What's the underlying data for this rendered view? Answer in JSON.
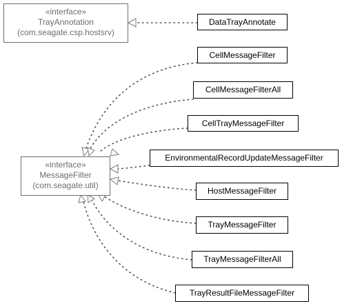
{
  "interfaces": [
    {
      "stereotype": "«interface»",
      "name": "TrayAnnotation",
      "package": "(com.seagate.csp.hostsrv)"
    },
    {
      "stereotype": "«interface»",
      "name": "MessageFilter",
      "package": "(com.seagate.util)"
    }
  ],
  "classes": [
    {
      "name": "DataTrayAnnotate",
      "implements": "TrayAnnotation"
    },
    {
      "name": "CellMessageFilter",
      "implements": "MessageFilter"
    },
    {
      "name": "CellMessageFilterAll",
      "implements": "MessageFilter"
    },
    {
      "name": "CellTrayMessageFilter",
      "implements": "MessageFilter"
    },
    {
      "name": "EnvironmentalRecordUpdateMessageFilter",
      "implements": "MessageFilter"
    },
    {
      "name": "HostMessageFilter",
      "implements": "MessageFilter"
    },
    {
      "name": "TrayMessageFilter",
      "implements": "MessageFilter"
    },
    {
      "name": "TrayMessageFilterAll",
      "implements": "MessageFilter"
    },
    {
      "name": "TrayResultFileMessageFilter",
      "implements": "MessageFilter"
    }
  ]
}
